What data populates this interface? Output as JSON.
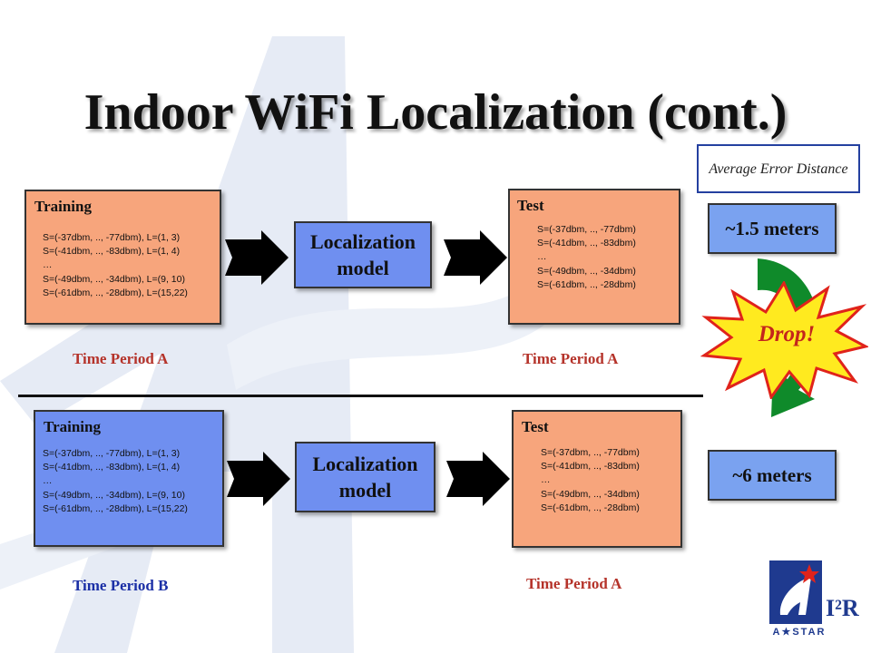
{
  "title": "Indoor WiFi Localization (cont.)",
  "legend_box": {
    "text": "Average Error Distance"
  },
  "top_row": {
    "training": {
      "heading": "Training",
      "lines": [
        "S=(-37dbm, .., -77dbm), L=(1, 3)",
        "S=(-41dbm, .., -83dbm), L=(1, 4)",
        "…",
        "S=(-49dbm, .., -34dbm), L=(9, 10)",
        "S=(-61dbm, .., -28dbm), L=(15,22)"
      ],
      "period": "Time Period A"
    },
    "model": {
      "line1": "Localization",
      "line2": "model"
    },
    "test": {
      "heading": "Test",
      "lines": [
        "S=(-37dbm, .., -77dbm)",
        "S=(-41dbm, .., -83dbm)",
        "…",
        "S=(-49dbm, .., -34dbm)",
        "S=(-61dbm, .., -28dbm)"
      ],
      "period": "Time Period A"
    },
    "result": "~1.5 meters"
  },
  "bottom_row": {
    "training": {
      "heading": "Training",
      "lines": [
        "S=(-37dbm, .., -77dbm), L=(1, 3)",
        "S=(-41dbm, .., -83dbm), L=(1, 4)",
        "…",
        "S=(-49dbm, .., -34dbm), L=(9, 10)",
        "S=(-61dbm, .., -28dbm), L=(15,22)"
      ],
      "period": "Time Period B"
    },
    "model": {
      "line1": "Localization",
      "line2": "model"
    },
    "test": {
      "heading": "Test",
      "lines": [
        "S=(-37dbm, .., -77dbm)",
        "S=(-41dbm, .., -83dbm)",
        "…",
        "S=(-49dbm, .., -34dbm)",
        "S=(-61dbm, .., -28dbm)"
      ],
      "period": "Time Period A"
    },
    "result": "~6 meters"
  },
  "starburst": {
    "text": "Drop!"
  },
  "logo": {
    "letter": "a",
    "org": "A★STAR",
    "institute": "I²R"
  },
  "colors": {
    "orange_box": "#f7a57c",
    "blue_box": "#6f8ff0",
    "result_box": "#7aa2f0",
    "starburst_fill": "#ffea1f",
    "starburst_stroke": "#e0231b",
    "curve_arrow": "#0f8a2a",
    "period_red": "#b5332a",
    "period_blue": "#1b2fa6"
  },
  "icons": [
    "watermark-a-icon",
    "block-arrow-icon",
    "curved-down-arrow-icon",
    "explosion-starburst-icon",
    "astar-logo-icon"
  ]
}
